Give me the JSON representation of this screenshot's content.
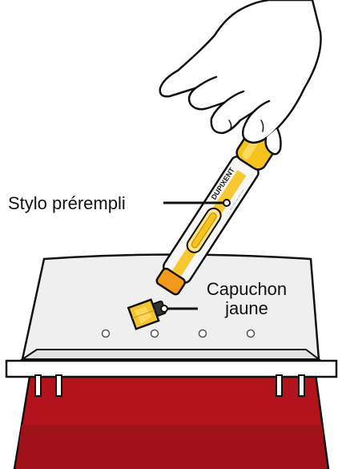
{
  "labels": {
    "pen": "Stylo prérempli",
    "cap_line1": "Capuchon",
    "cap_line2": "jaune"
  },
  "pen_brand": "DUPIXENT",
  "colors": {
    "outline": "#111111",
    "pen_body": "#f7f7f5",
    "pen_yellow": "#f6c21c",
    "pen_orange": "#f39a1c",
    "cap_yellow": "#f4c430",
    "container_lid": "#f0f0f0",
    "container_body": "#b3141c",
    "container_body_dark": "#8e0e14",
    "skin": "#ffffff"
  },
  "icons": {
    "hand": "hand-icon",
    "pen": "autoinjector-pen-icon",
    "cap": "yellow-cap-icon",
    "container": "sharps-container-icon"
  }
}
